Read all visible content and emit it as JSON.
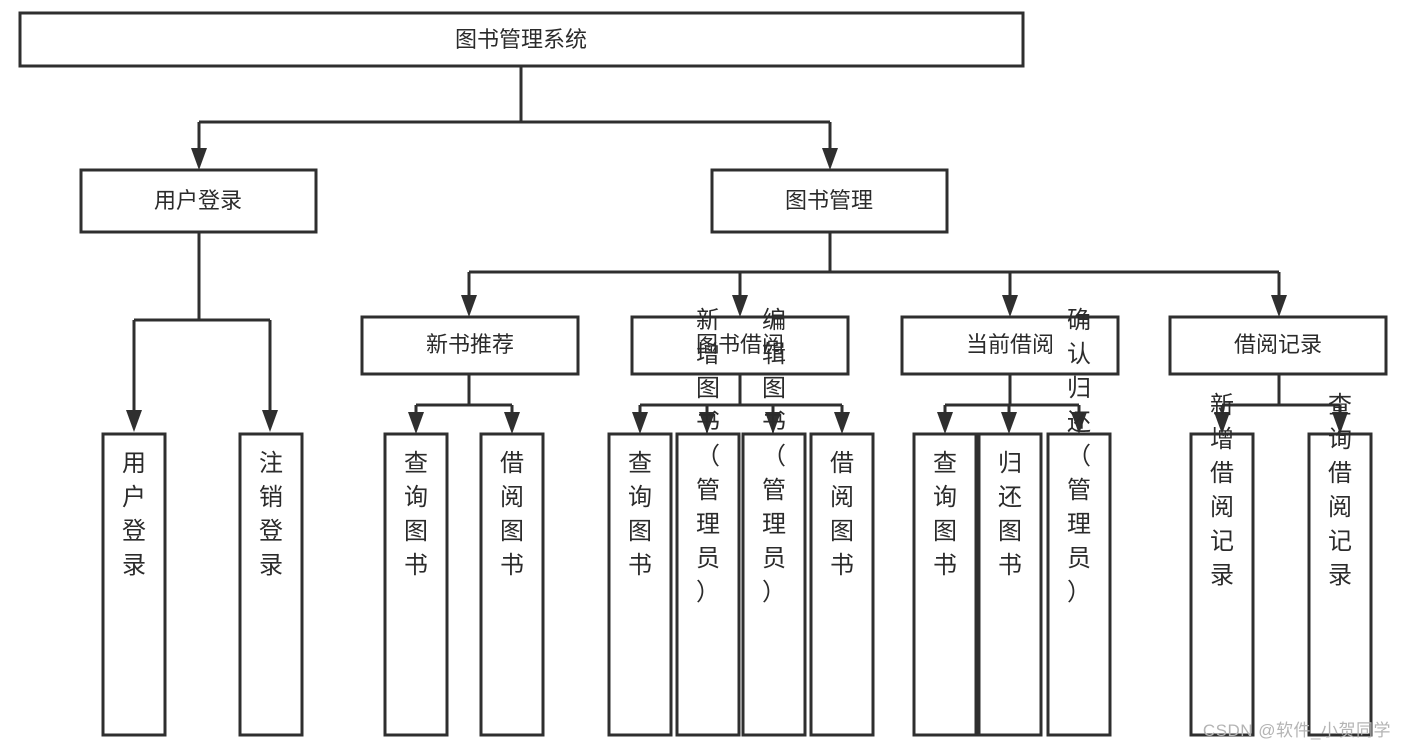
{
  "diagram": {
    "title": "图书管理系统",
    "type": "tree-hierarchy",
    "root": {
      "label": "图书管理系统",
      "orientation": "horizontal"
    },
    "level1": [
      {
        "label": "用户登录",
        "orientation": "horizontal"
      },
      {
        "label": "图书管理",
        "orientation": "horizontal"
      }
    ],
    "level2": [
      {
        "label": "新书推荐",
        "orientation": "horizontal",
        "parent": "图书管理"
      },
      {
        "label": "图书借阅",
        "orientation": "horizontal",
        "parent": "图书管理"
      },
      {
        "label": "当前借阅",
        "orientation": "horizontal",
        "parent": "图书管理"
      },
      {
        "label": "借阅记录",
        "orientation": "horizontal",
        "parent": "图书管理"
      }
    ],
    "leaves": {
      "user_login": [
        {
          "label": "用户登录",
          "orientation": "vertical"
        },
        {
          "label": "注销登录",
          "orientation": "vertical"
        }
      ],
      "new_book_recommend": [
        {
          "label": "查询图书",
          "orientation": "vertical"
        },
        {
          "label": "借阅图书",
          "orientation": "vertical"
        }
      ],
      "book_borrow": [
        {
          "label": "查询图书",
          "orientation": "vertical"
        },
        {
          "label": "新增图书（管理员）",
          "orientation": "vertical"
        },
        {
          "label": "编辑图书（管理员）",
          "orientation": "vertical"
        },
        {
          "label": "借阅图书",
          "orientation": "vertical"
        }
      ],
      "current_borrow": [
        {
          "label": "查询图书",
          "orientation": "vertical"
        },
        {
          "label": "归还图书",
          "orientation": "vertical"
        },
        {
          "label": "确认归还（管理员）",
          "orientation": "vertical"
        }
      ],
      "borrow_record": [
        {
          "label": "新增借阅记录",
          "orientation": "vertical"
        },
        {
          "label": "查询借阅记录",
          "orientation": "vertical"
        }
      ]
    },
    "colors": {
      "stroke": "#2f2f2f",
      "fill": "#ffffff",
      "text": "#2b2b2b",
      "watermark": "#b4b4b4"
    }
  },
  "watermark": {
    "text": "CSDN @软件_小贺同学"
  }
}
